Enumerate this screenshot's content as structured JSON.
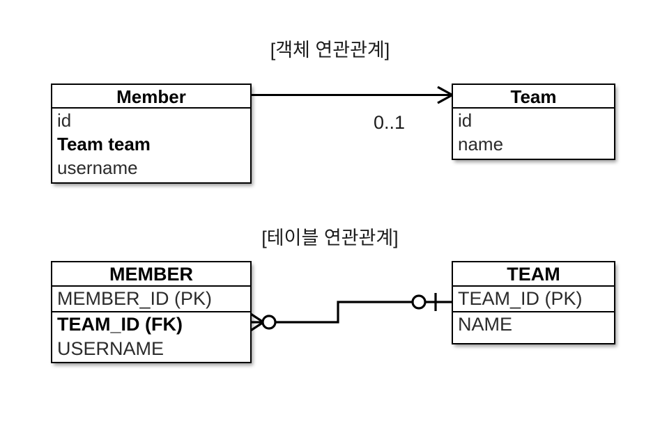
{
  "diagram": {
    "object_section": {
      "title": "[객체 연관관계]",
      "entities": [
        {
          "name": "Member",
          "attributes": [
            {
              "text": "id",
              "emphasis": false
            },
            {
              "text": "Team team",
              "emphasis": true
            },
            {
              "text": "username",
              "emphasis": false
            }
          ]
        },
        {
          "name": "Team",
          "attributes": [
            {
              "text": "id",
              "emphasis": false
            },
            {
              "text": "name",
              "emphasis": false
            }
          ]
        }
      ],
      "association": {
        "from": "Member",
        "to": "Team",
        "multiplicity": "0..1",
        "arrow": "open-arrow-right",
        "direction": "unidirectional"
      }
    },
    "table_section": {
      "title": "[테이블 연관관계]",
      "entities": [
        {
          "name": "MEMBER",
          "attributes": [
            {
              "text": "MEMBER_ID (PK)",
              "emphasis": false,
              "rule_after": true
            },
            {
              "text": "TEAM_ID (FK)",
              "emphasis": true,
              "rule_after": false
            },
            {
              "text": "USERNAME",
              "emphasis": false,
              "rule_after": false
            }
          ]
        },
        {
          "name": "TEAM",
          "attributes": [
            {
              "text": "TEAM_ID (PK)",
              "emphasis": false,
              "rule_after": true
            },
            {
              "text": "NAME",
              "emphasis": false,
              "rule_after": false
            }
          ]
        }
      ],
      "relationship": {
        "from": "MEMBER",
        "to": "TEAM",
        "from_cardinality": "zero-or-many",
        "to_cardinality": "zero-or-one",
        "notation": "crows-foot"
      }
    },
    "colors": {
      "background": "#ffffff",
      "stroke": "#000000",
      "text": "#1c1c1c",
      "attribute_text": "#2b2b2b"
    }
  }
}
